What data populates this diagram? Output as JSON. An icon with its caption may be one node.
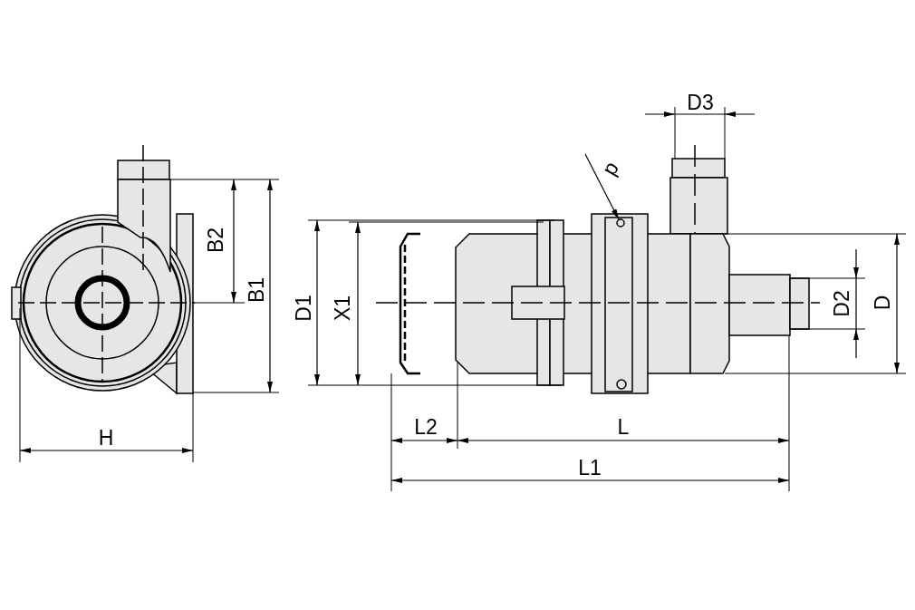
{
  "diagram": {
    "nodes": [
      {
        "text": [
          "p"
        ]
      },
      {
        "text": [],
        "shape": "circle"
      }
    ],
    "edges": [
      {
        "from": 0,
        "to": 1,
        "arrow": "to"
      }
    ],
    "labels": [
      "D3",
      "B2",
      "B1",
      "D1",
      "X1",
      "D2",
      "D",
      "H",
      "L2",
      "L",
      "L1"
    ]
  }
}
